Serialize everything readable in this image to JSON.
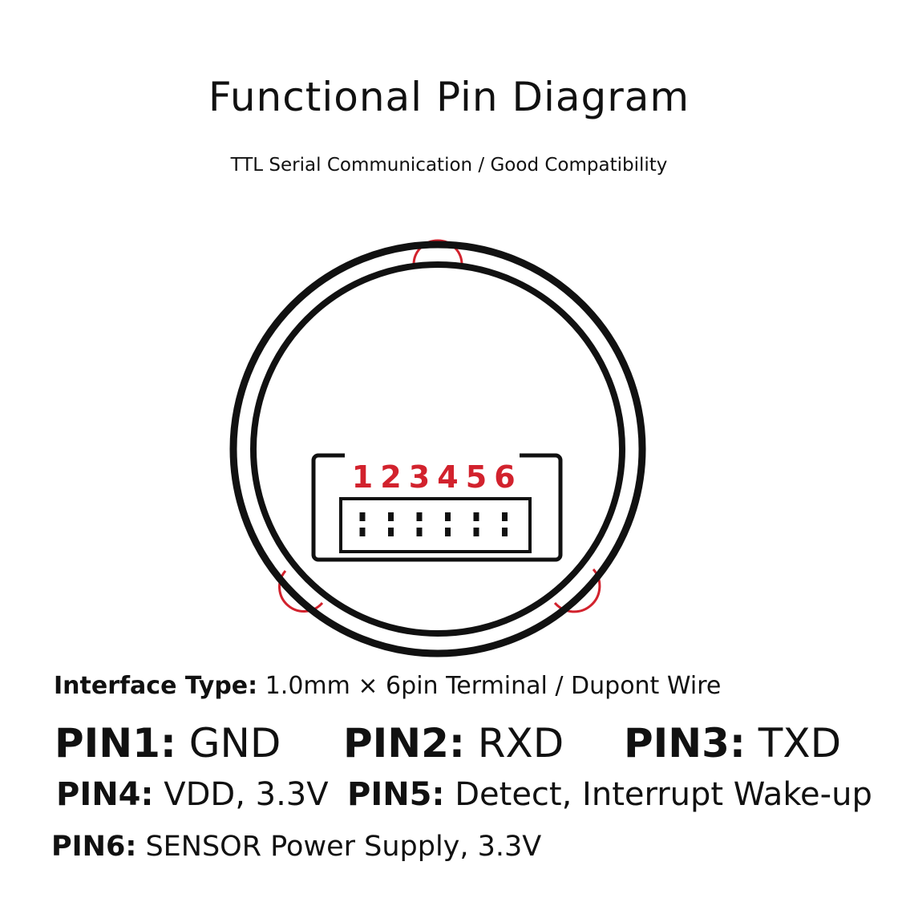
{
  "header": {
    "title": "Functional Pin Diagram",
    "subtitle": "TTL Serial Communication / Good Compatibility"
  },
  "connector": {
    "pin_numbers": [
      "1",
      "2",
      "3",
      "4",
      "5",
      "6"
    ],
    "accent_color": "#d2222d"
  },
  "interface": {
    "label": "Interface Type:",
    "value": " 1.0mm × 6pin Terminal / Dupont Wire"
  },
  "pins": [
    {
      "label": "PIN1:",
      "value": " GND"
    },
    {
      "label": "PIN2:",
      "value": " RXD"
    },
    {
      "label": "PIN3:",
      "value": " TXD"
    },
    {
      "label": "PIN4:",
      "value": " VDD, 3.3V"
    },
    {
      "label": "PIN5:",
      "value": " Detect, Interrupt Wake-up"
    },
    {
      "label": "PIN6:",
      "value": " SENSOR Power Supply, 3.3V"
    }
  ]
}
